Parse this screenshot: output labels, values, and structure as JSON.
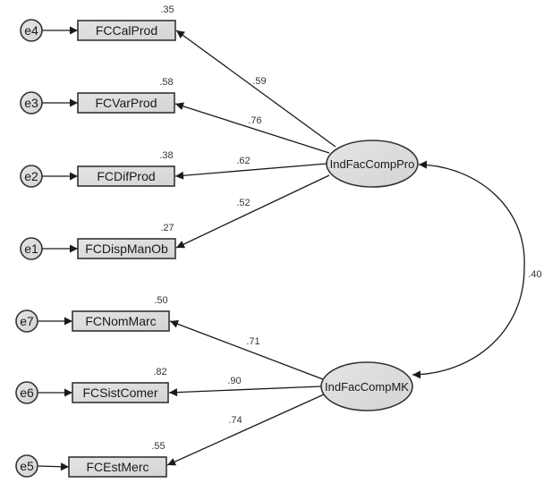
{
  "diagram": {
    "type": "structural-equation-model",
    "colors": {
      "box_fill": "#dcdcdc",
      "box_stroke": "#333333",
      "latent_fill": "#dcdcdc",
      "edge": "#1a1a1a",
      "text": "#1a1a1a"
    },
    "latents": [
      {
        "id": "pro",
        "label": "IndFacCompPro"
      },
      {
        "id": "mk",
        "label": "IndFacCompMK"
      }
    ],
    "indicators": [
      {
        "id": "FCCalProd",
        "label": "FCCalProd",
        "error": "e4",
        "r2": ".35",
        "loading": ".59",
        "latent": "pro"
      },
      {
        "id": "FCVarProd",
        "label": "FCVarProd",
        "error": "e3",
        "r2": ".58",
        "loading": ".76",
        "latent": "pro"
      },
      {
        "id": "FCDifProd",
        "label": "FCDifProd",
        "error": "e2",
        "r2": ".38",
        "loading": ".62",
        "latent": "pro"
      },
      {
        "id": "FCDispManOb",
        "label": "FCDispManOb",
        "error": "e1",
        "r2": ".27",
        "loading": ".52",
        "latent": "pro"
      },
      {
        "id": "FCNomMarc",
        "label": "FCNomMarc",
        "error": "e7",
        "r2": ".50",
        "loading": ".71",
        "latent": "mk"
      },
      {
        "id": "FCSistComer",
        "label": "FCSistComer",
        "error": "e6",
        "r2": ".82",
        "loading": ".90",
        "latent": "mk"
      },
      {
        "id": "FCEstMerc",
        "label": "FCEstMerc",
        "error": "e5",
        "r2": ".55",
        "loading": ".74",
        "latent": "mk"
      }
    ],
    "covariance": {
      "from": "pro",
      "to": "mk",
      "value": ".40"
    }
  }
}
